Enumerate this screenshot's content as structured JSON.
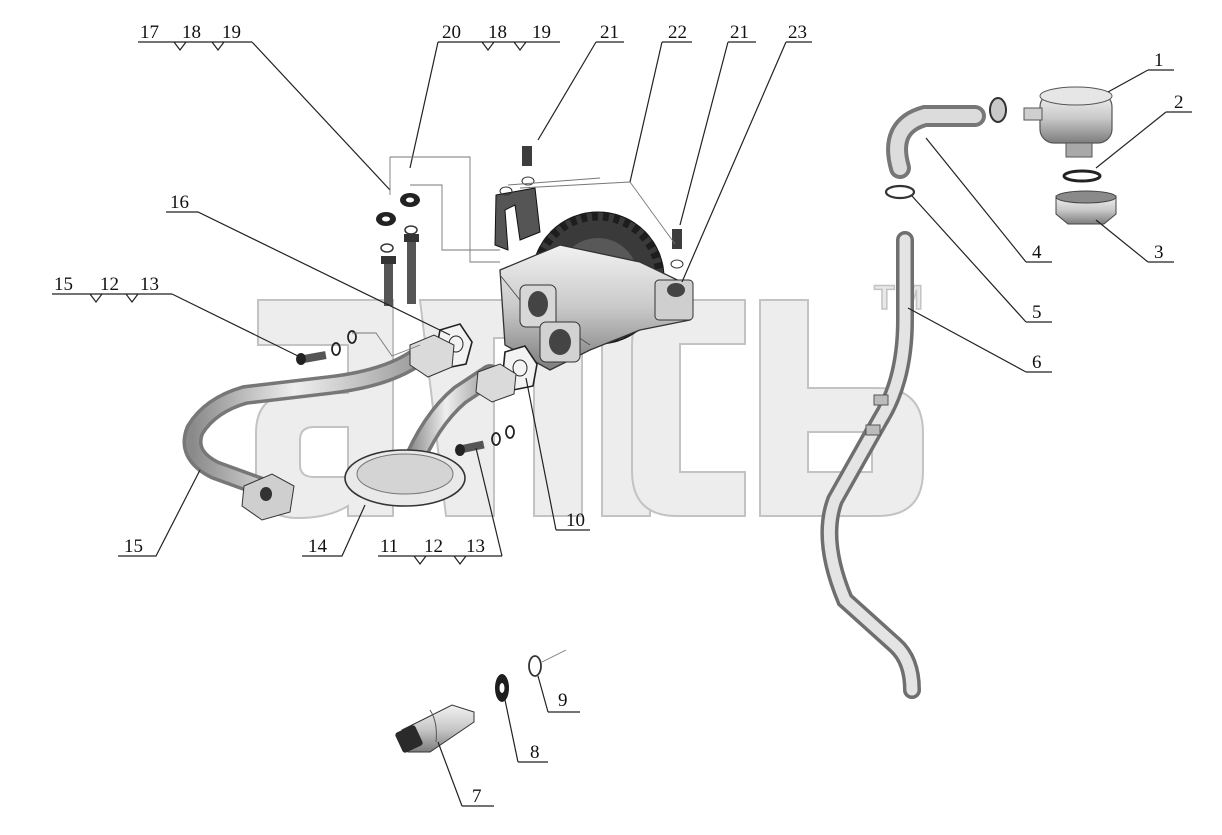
{
  "watermark": {
    "mark": "TM",
    "logo_text": "amcb",
    "fill_color": "#ececec",
    "stroke_color": "#bfbfbf"
  },
  "callouts": {
    "n1": "1",
    "n2": "2",
    "n3": "3",
    "n4": "4",
    "n5": "5",
    "n6": "6",
    "n7": "7",
    "n8": "8",
    "n9": "9",
    "n10": "10",
    "n14": "14",
    "n15b": "15",
    "n16": "16",
    "n21a": "21",
    "n21b": "21",
    "n22": "22",
    "n23": "23"
  },
  "groups": {
    "g17": [
      "17",
      "18",
      "19"
    ],
    "g20": [
      "20",
      "18",
      "19"
    ],
    "g15": [
      "15",
      "12",
      "13"
    ],
    "g11": [
      "11",
      "12",
      "13"
    ]
  },
  "colors": {
    "line": "#222222",
    "part_light": "#e2e2e2",
    "part_mid": "#bdbdbd",
    "part_dark": "#2b2b2b"
  }
}
